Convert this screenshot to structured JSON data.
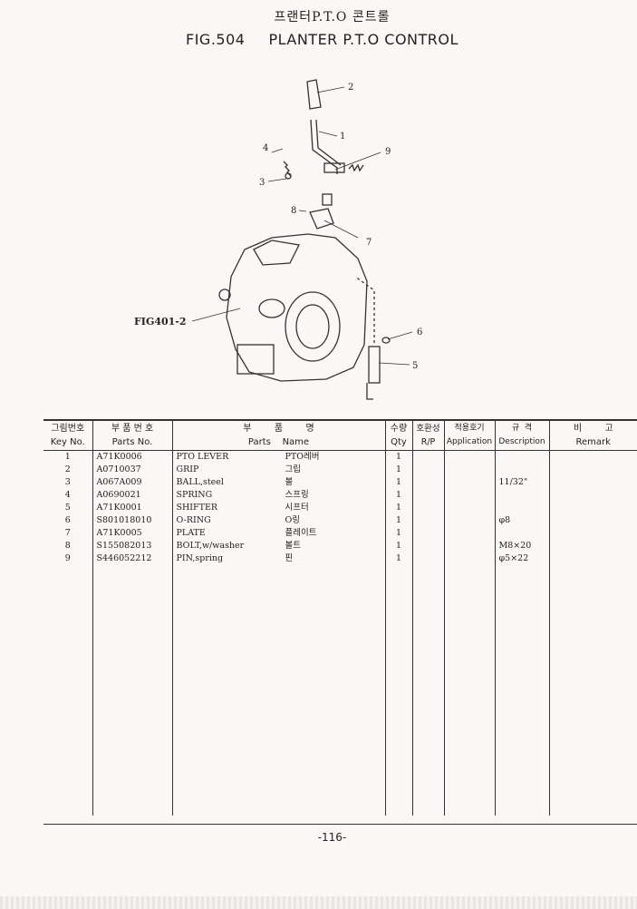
{
  "header": {
    "title_ko": "프랜터P.T.O 콘트롤",
    "fig": "FIG.504",
    "title_en": "PLANTER P.T.O CONTROL"
  },
  "diagram": {
    "callouts": [
      "1",
      "2",
      "3",
      "4",
      "5",
      "6",
      "7",
      "8",
      "9"
    ],
    "ref": "FIG401-2"
  },
  "table": {
    "headers": [
      {
        "ko": "그림번호",
        "en": "Key No."
      },
      {
        "ko": "부 품 번 호",
        "en": "Parts No."
      },
      {
        "ko": "부        품        명",
        "en": "Parts    Name"
      },
      {
        "ko": "수량",
        "en": "Qty"
      },
      {
        "ko": "호환성",
        "en": "R/P"
      },
      {
        "ko": "적용호기",
        "en": "Application"
      },
      {
        "ko": "규  격",
        "en": "Description"
      },
      {
        "ko": "비        고",
        "en": "Remark"
      }
    ],
    "rows": [
      {
        "key": "1",
        "part": "A71K0006",
        "name_en": "PTO LEVER",
        "name_ko": "PTO레버",
        "qty": "1",
        "desc": ""
      },
      {
        "key": "2",
        "part": "A0710037",
        "name_en": "GRIP",
        "name_ko": "그립",
        "qty": "1",
        "desc": ""
      },
      {
        "key": "3",
        "part": "A067A009",
        "name_en": "BALL,steel",
        "name_ko": "볼",
        "qty": "1",
        "desc": "11/32\""
      },
      {
        "key": "4",
        "part": "A0690021",
        "name_en": "SPRING",
        "name_ko": "스프링",
        "qty": "1",
        "desc": ""
      },
      {
        "key": "5",
        "part": "A71K0001",
        "name_en": "SHIFTER",
        "name_ko": "시프터",
        "qty": "1",
        "desc": ""
      },
      {
        "key": "6",
        "part": "S801018010",
        "name_en": "O-RING",
        "name_ko": "O링",
        "qty": "1",
        "desc": "φ8"
      },
      {
        "key": "7",
        "part": "A71K0005",
        "name_en": "PLATE",
        "name_ko": "플레이트",
        "qty": "1",
        "desc": ""
      },
      {
        "key": "8",
        "part": "S155082013",
        "name_en": "BOLT,w/washer",
        "name_ko": "볼트",
        "qty": "1",
        "desc": "M8×20"
      },
      {
        "key": "9",
        "part": "S446052212",
        "name_en": "PIN,spring",
        "name_ko": "핀",
        "qty": "1",
        "desc": "φ5×22"
      }
    ]
  },
  "footer": {
    "page": "-116-"
  }
}
